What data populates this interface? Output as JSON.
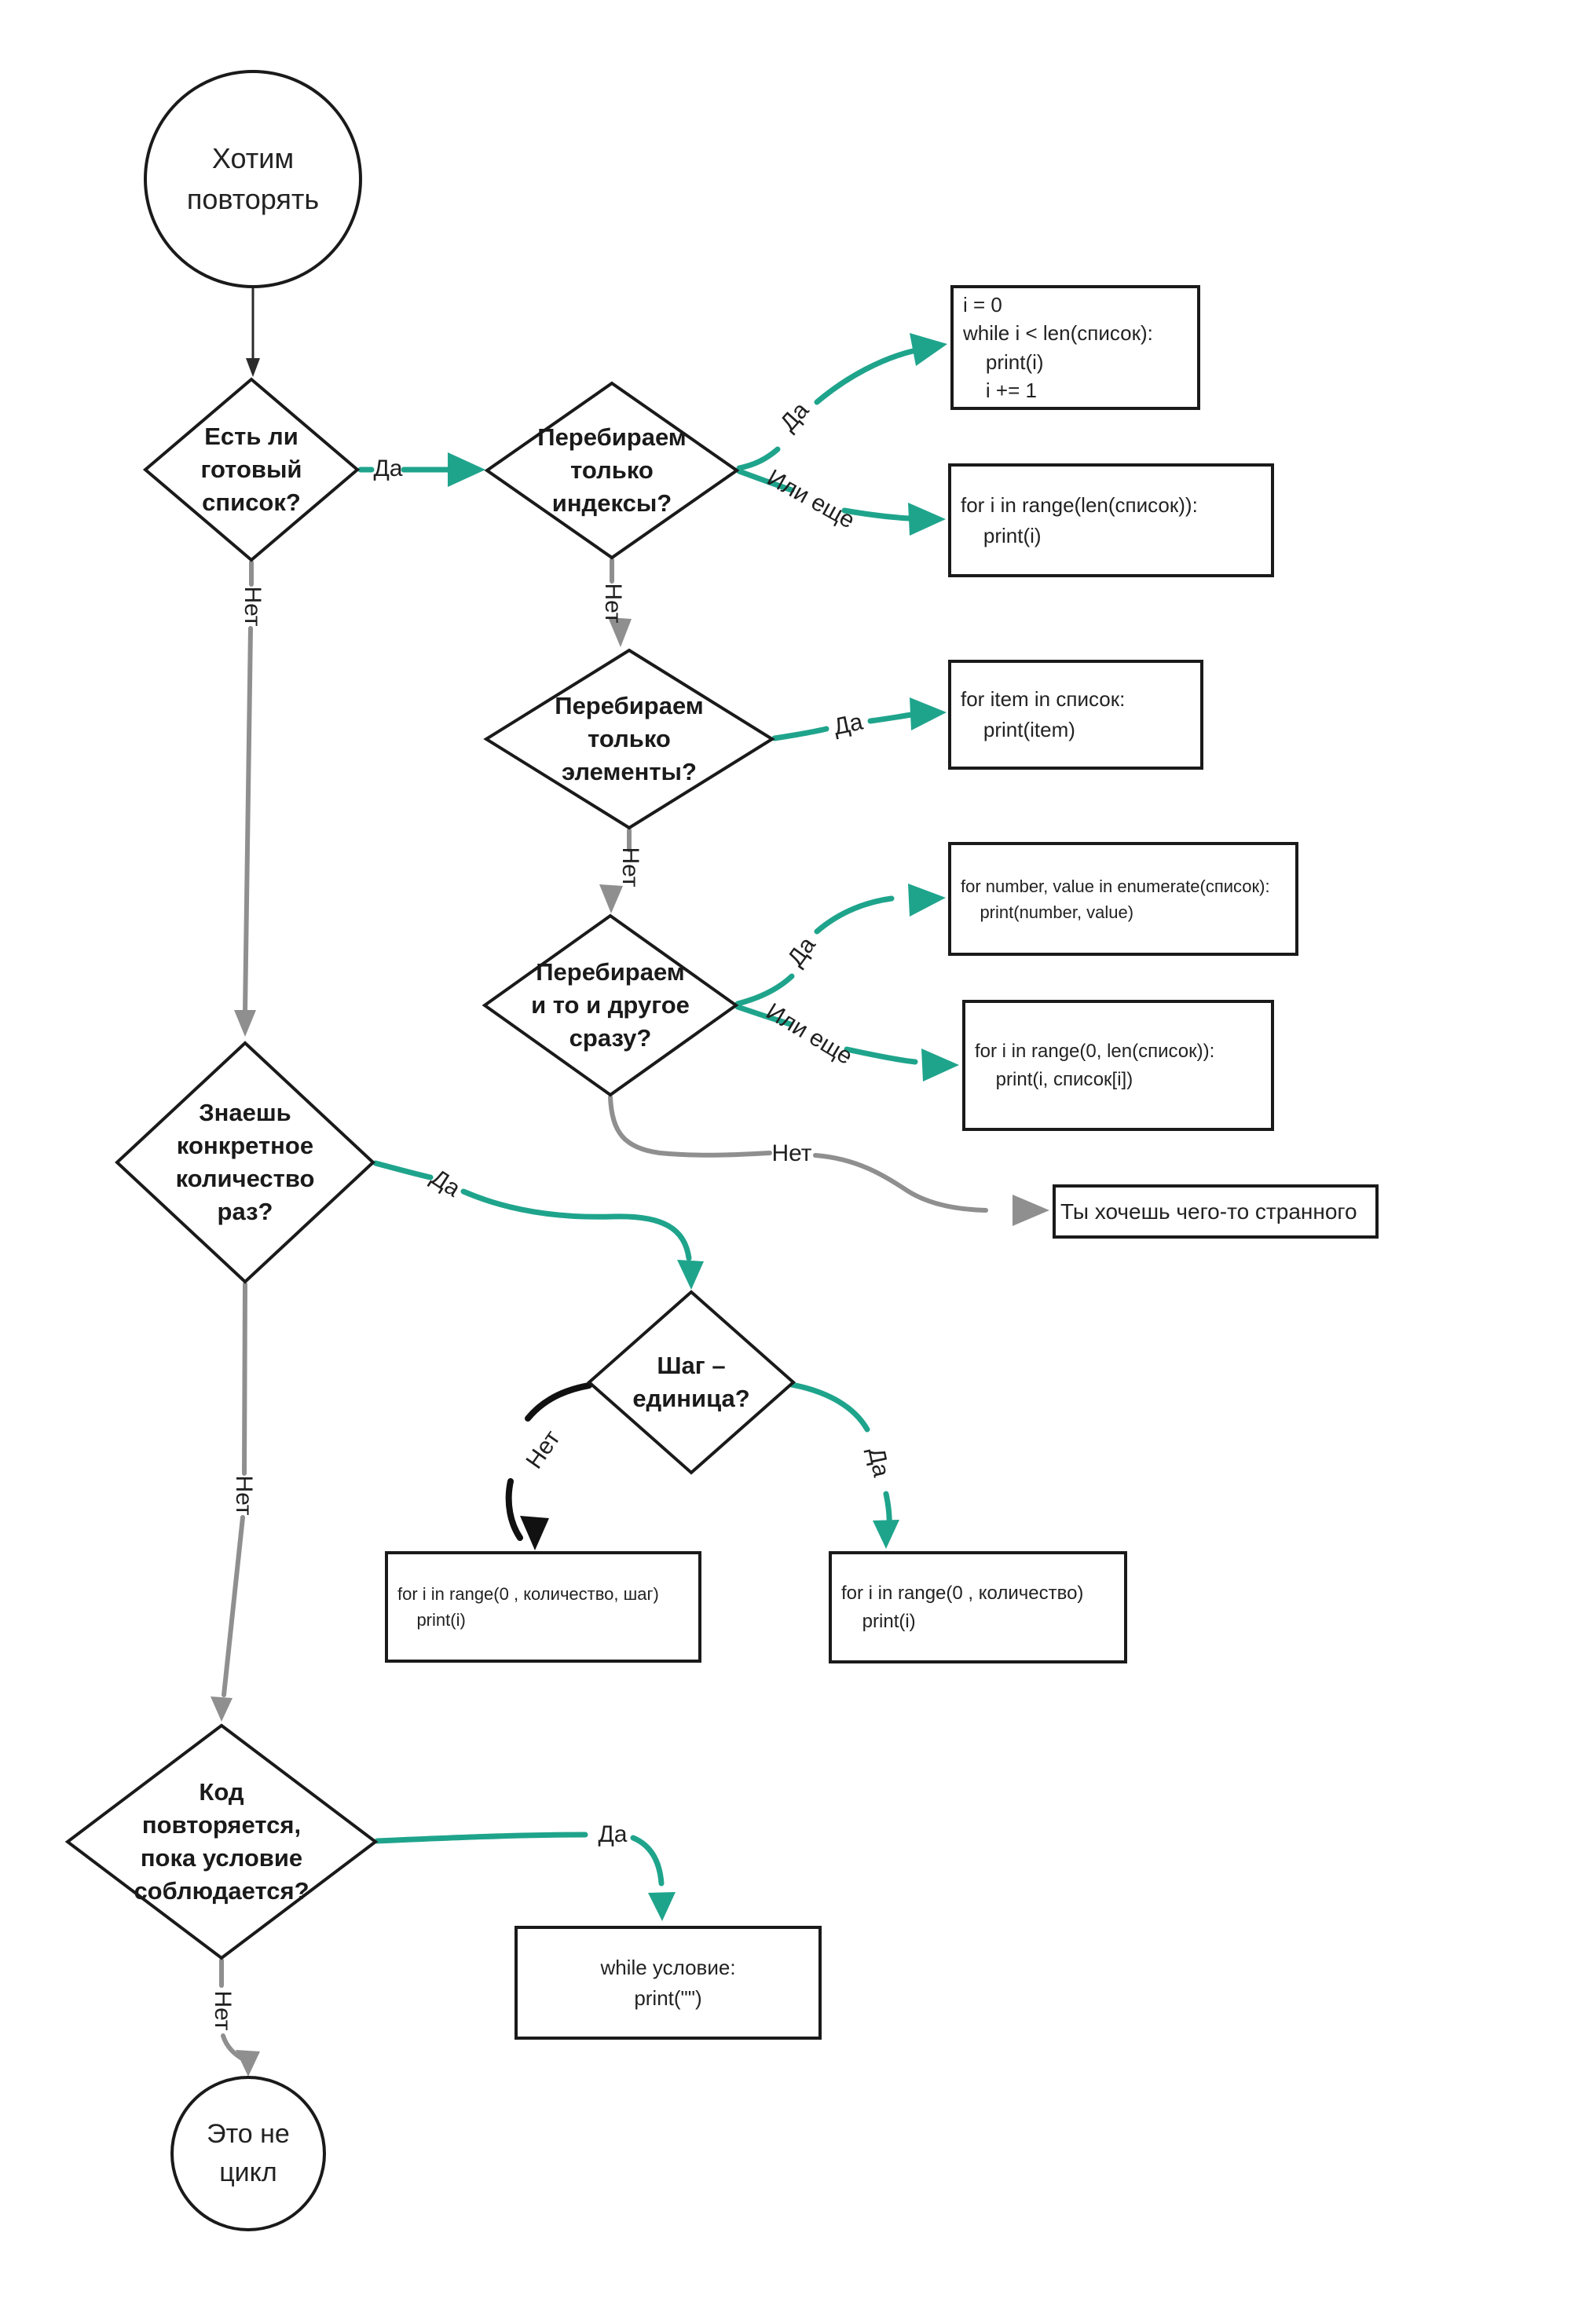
{
  "colors": {
    "accent": "#1FA48C",
    "gray": "#8F8F8F",
    "ink": "#1A1A1A"
  },
  "nodes": {
    "start": {
      "label": "Хотим\nповторять"
    },
    "has_ready_list": {
      "label": "Есть ли\nготовый\nсписок?"
    },
    "iterate_indexes": {
      "label": "Перебираем\nтолько\nиндексы?"
    },
    "iterate_elements": {
      "label": "Перебираем\nтолько\nэлементы?"
    },
    "iterate_both": {
      "label": "Перебираем\nи то и другое\nсразу?"
    },
    "known_count": {
      "label": "Знаешь\nконкретное\nколичество\nраз?"
    },
    "step_is_one": {
      "label": "Шаг –\nединица?"
    },
    "repeat_while_condition": {
      "label": "Код\nповторяется,\nпока условие\nсоблюдается?"
    },
    "end": {
      "label": "Это не\nцикл"
    }
  },
  "code_boxes": {
    "while_index": {
      "code": "i = 0\nwhile i < len(список):\n    print(i)\n    i += 1"
    },
    "for_range_len": {
      "code": "for i in range(len(список)):\n    print(i)"
    },
    "for_item": {
      "code": "for item in список:\n    print(item)"
    },
    "for_enumerate": {
      "code": "for number, value in enumerate(список):\n    print(number, value)"
    },
    "for_range_index": {
      "code": "for i in range(0, len(список)):\n    print(i, список[i])"
    },
    "strange": {
      "text": "Ты хочешь чего-то странного"
    },
    "for_range_step": {
      "code": "for i in range(0 , количество, шаг)\n    print(i)"
    },
    "for_range_count": {
      "code": "for i in range(0 , количество)\n    print(i)"
    },
    "while_condition": {
      "code": "while условие:\nprint(\"\")"
    }
  },
  "edges": [
    {
      "from": "has_ready_list",
      "to": "iterate_indexes",
      "label": "Да"
    },
    {
      "from": "has_ready_list",
      "to": "known_count",
      "label": "Нет"
    },
    {
      "from": "iterate_indexes",
      "to": "while_index",
      "label": "Да"
    },
    {
      "from": "iterate_indexes",
      "to": "for_range_len",
      "label": "Или еще"
    },
    {
      "from": "iterate_indexes",
      "to": "iterate_elements",
      "label": "Нет"
    },
    {
      "from": "iterate_elements",
      "to": "for_item",
      "label": "Да"
    },
    {
      "from": "iterate_elements",
      "to": "iterate_both",
      "label": "Нет"
    },
    {
      "from": "iterate_both",
      "to": "for_enumerate",
      "label": "Да"
    },
    {
      "from": "iterate_both",
      "to": "for_range_index",
      "label": "Или еще"
    },
    {
      "from": "iterate_both",
      "to": "strange",
      "label": "Нет"
    },
    {
      "from": "known_count",
      "to": "step_is_one",
      "label": "Да"
    },
    {
      "from": "known_count",
      "to": "repeat_while_condition",
      "label": "Нет"
    },
    {
      "from": "step_is_one",
      "to": "for_range_step",
      "label": "Нет"
    },
    {
      "from": "step_is_one",
      "to": "for_range_count",
      "label": "Да"
    },
    {
      "from": "repeat_while_condition",
      "to": "while_condition",
      "label": "Да"
    },
    {
      "from": "repeat_while_condition",
      "to": "end",
      "label": "Нет"
    }
  ]
}
